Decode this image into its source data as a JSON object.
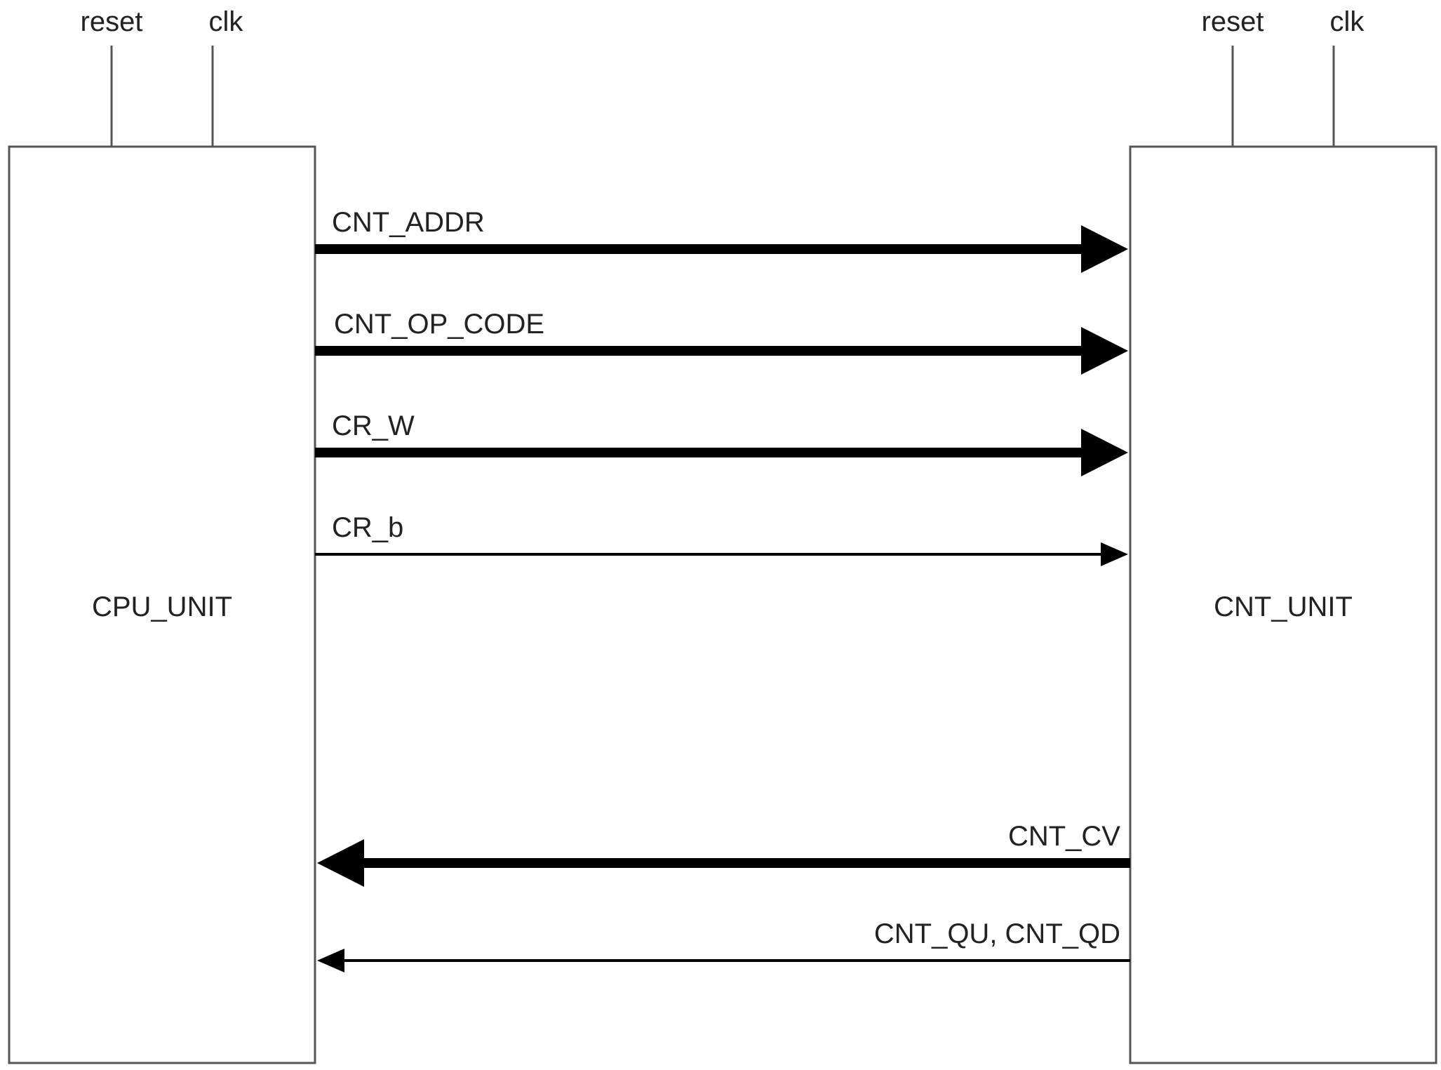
{
  "blocks": {
    "cpu": {
      "name": "CPU_UNIT",
      "inputs": [
        "reset",
        "clk"
      ]
    },
    "cnt": {
      "name": "CNT_UNIT",
      "inputs": [
        "reset",
        "clk"
      ]
    }
  },
  "signals": [
    {
      "label": "CNT_ADDR",
      "from": "CPU_UNIT",
      "to": "CNT_UNIT",
      "bus": true
    },
    {
      "label": "CNT_OP_CODE",
      "from": "CPU_UNIT",
      "to": "CNT_UNIT",
      "bus": true
    },
    {
      "label": "CR_W",
      "from": "CPU_UNIT",
      "to": "CNT_UNIT",
      "bus": true
    },
    {
      "label": "CR_b",
      "from": "CPU_UNIT",
      "to": "CNT_UNIT",
      "bus": false
    },
    {
      "label": "CNT_CV",
      "from": "CNT_UNIT",
      "to": "CPU_UNIT",
      "bus": true
    },
    {
      "label": "CNT_QU, CNT_QD",
      "from": "CNT_UNIT",
      "to": "CPU_UNIT",
      "bus": false
    }
  ],
  "colors": {
    "box_stroke": "#555555",
    "arrow": "#000000",
    "text": "#222222"
  }
}
